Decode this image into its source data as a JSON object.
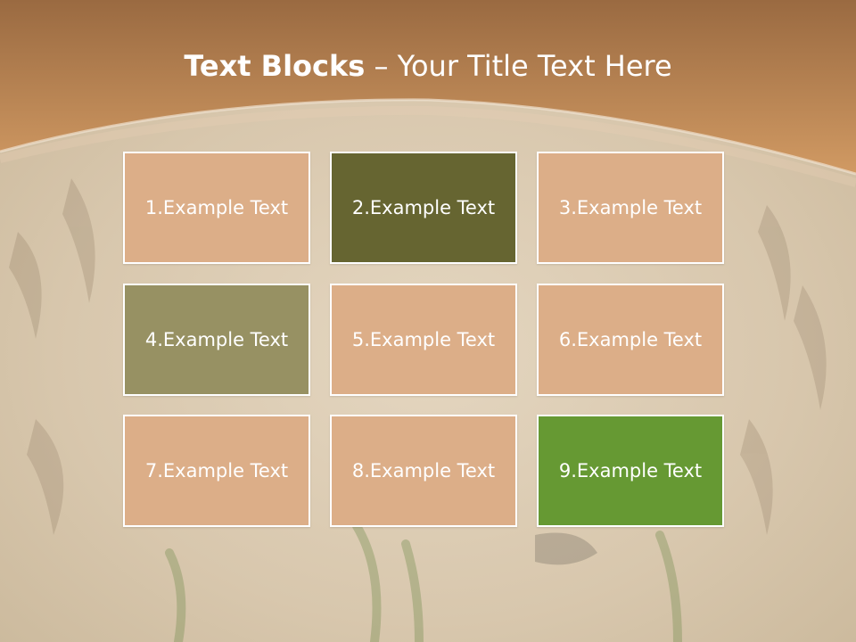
{
  "slide": {
    "title_bold": "Text Blocks",
    "title_dash": " – ",
    "title_rest": "Your Title Text Here",
    "colors": {
      "header_top": "#9a6a41",
      "header_bottom": "#d19a63",
      "block_default": "#dcae88",
      "block_dark_olive": "#666531",
      "block_olive": "#979163",
      "block_green": "#669933"
    }
  },
  "blocks": [
    {
      "label": "1.Example Text"
    },
    {
      "label": "2.Example Text"
    },
    {
      "label": "3.Example Text"
    },
    {
      "label": "4.Example Text"
    },
    {
      "label": "5.Example Text"
    },
    {
      "label": "6.Example Text"
    },
    {
      "label": "7.Example Text"
    },
    {
      "label": "8.Example Text"
    },
    {
      "label": "9.Example Text"
    }
  ]
}
